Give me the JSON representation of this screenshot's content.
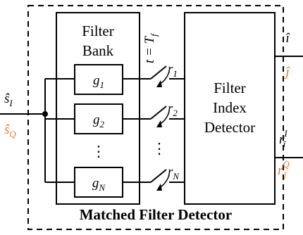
{
  "diagram": {
    "title": "Matched Filter Detector",
    "filter_bank": {
      "label_line1": "Filter",
      "label_line2": "Bank"
    },
    "filters": [
      {
        "base": "g",
        "sub": "1"
      },
      {
        "base": "g",
        "sub": "2"
      },
      {
        "base": "g",
        "sub": "N"
      }
    ],
    "filter_dots": "⋮",
    "switch_dots": "⋮",
    "sample_time": {
      "lhs": "t",
      "eq": " = ",
      "rhs": "T",
      "rhs_sub": "f"
    },
    "outputs_r": [
      {
        "base": "r",
        "sub": "1"
      },
      {
        "base": "r",
        "sub": "2"
      },
      {
        "base": "r",
        "sub": "N"
      }
    ],
    "index_detector": {
      "line1": "Filter",
      "line2": "Index",
      "line3": "Detector"
    },
    "inputs": {
      "s_I": {
        "base": "ŝ",
        "sub": "I"
      },
      "s_Q": {
        "base": "ŝ",
        "sub": "Q"
      }
    },
    "out_indices": {
      "i_hat": "î",
      "j_hat": "ĵ"
    },
    "out_values": {
      "r_I": {
        "base": "r",
        "sub": "î",
        "sup": "I"
      },
      "r_Q": {
        "base": "r",
        "sub": "ĵ",
        "sup": "Q"
      }
    },
    "colors": {
      "accent": "#e07b2a",
      "stroke": "#000000"
    }
  }
}
